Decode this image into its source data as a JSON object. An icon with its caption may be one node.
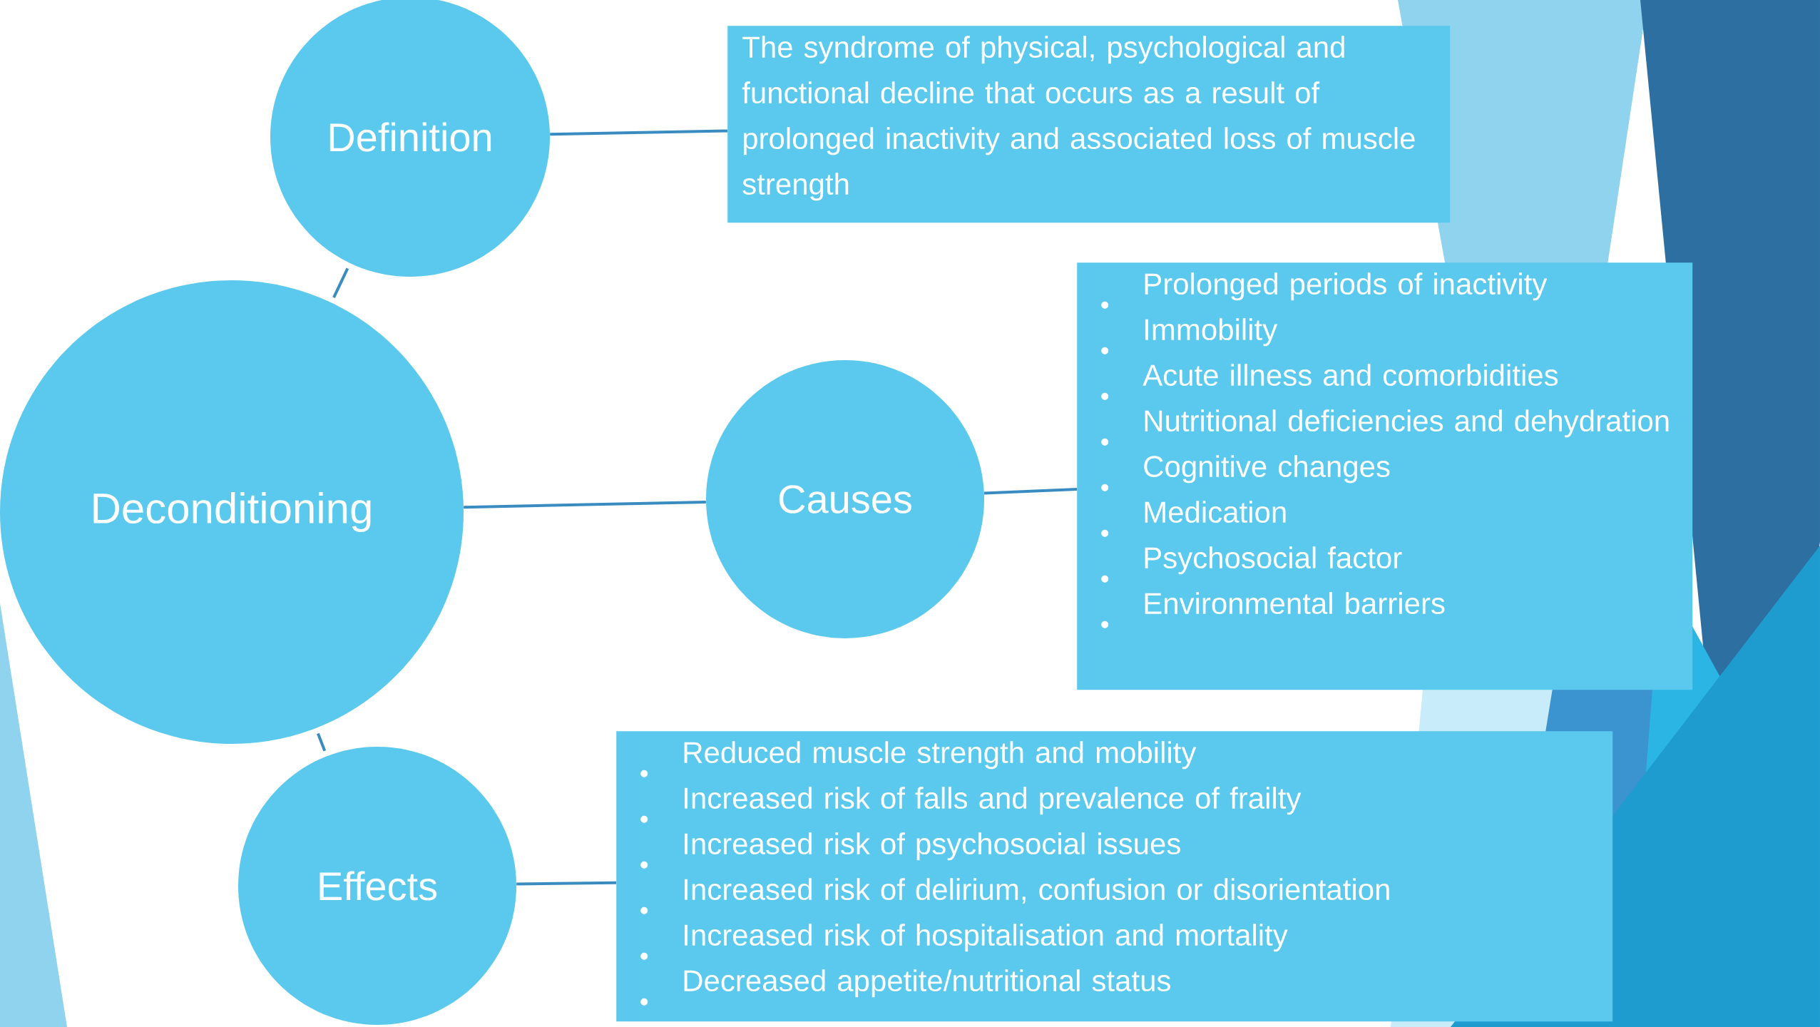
{
  "diagram": {
    "nodes": [
      {
        "text": [
          "Deconditioning"
        ]
      },
      {
        "text": [
          "Definition"
        ]
      },
      {
        "text": [
          "The syndrome of physical, psychological and functional decline that occurs as a result of prolonged inactivity and associated loss of muscle strength"
        ]
      },
      {
        "text": [
          "Causes"
        ]
      },
      {
        "text": [
          "Prolonged periods of inactivity",
          "Immobility",
          "Acute illness and comorbidities",
          "Nutritional deficiencies and dehydration",
          "Cognitive changes",
          "Medication",
          "Psychosocial factor",
          "Environmental barriers"
        ]
      },
      {
        "text": [
          "Effects"
        ]
      },
      {
        "text": [
          "Reduced muscle strength and mobility",
          "Increased risk of falls and prevalence of frailty",
          "Increased risk of psychosocial issues",
          "Increased risk of delirium, confusion or disorientation",
          "Increased risk of hospitalisation and mortality",
          "Decreased appetite/nutritional status"
        ]
      }
    ],
    "edges": [
      {
        "from": 0,
        "to": 1,
        "arrow": "none"
      },
      {
        "from": 1,
        "to": 2,
        "arrow": "none"
      },
      {
        "from": 0,
        "to": 3,
        "arrow": "none"
      },
      {
        "from": 3,
        "to": 4,
        "arrow": "none"
      },
      {
        "from": 0,
        "to": 5,
        "arrow": "none"
      },
      {
        "from": 5,
        "to": 6,
        "arrow": "none"
      }
    ]
  }
}
